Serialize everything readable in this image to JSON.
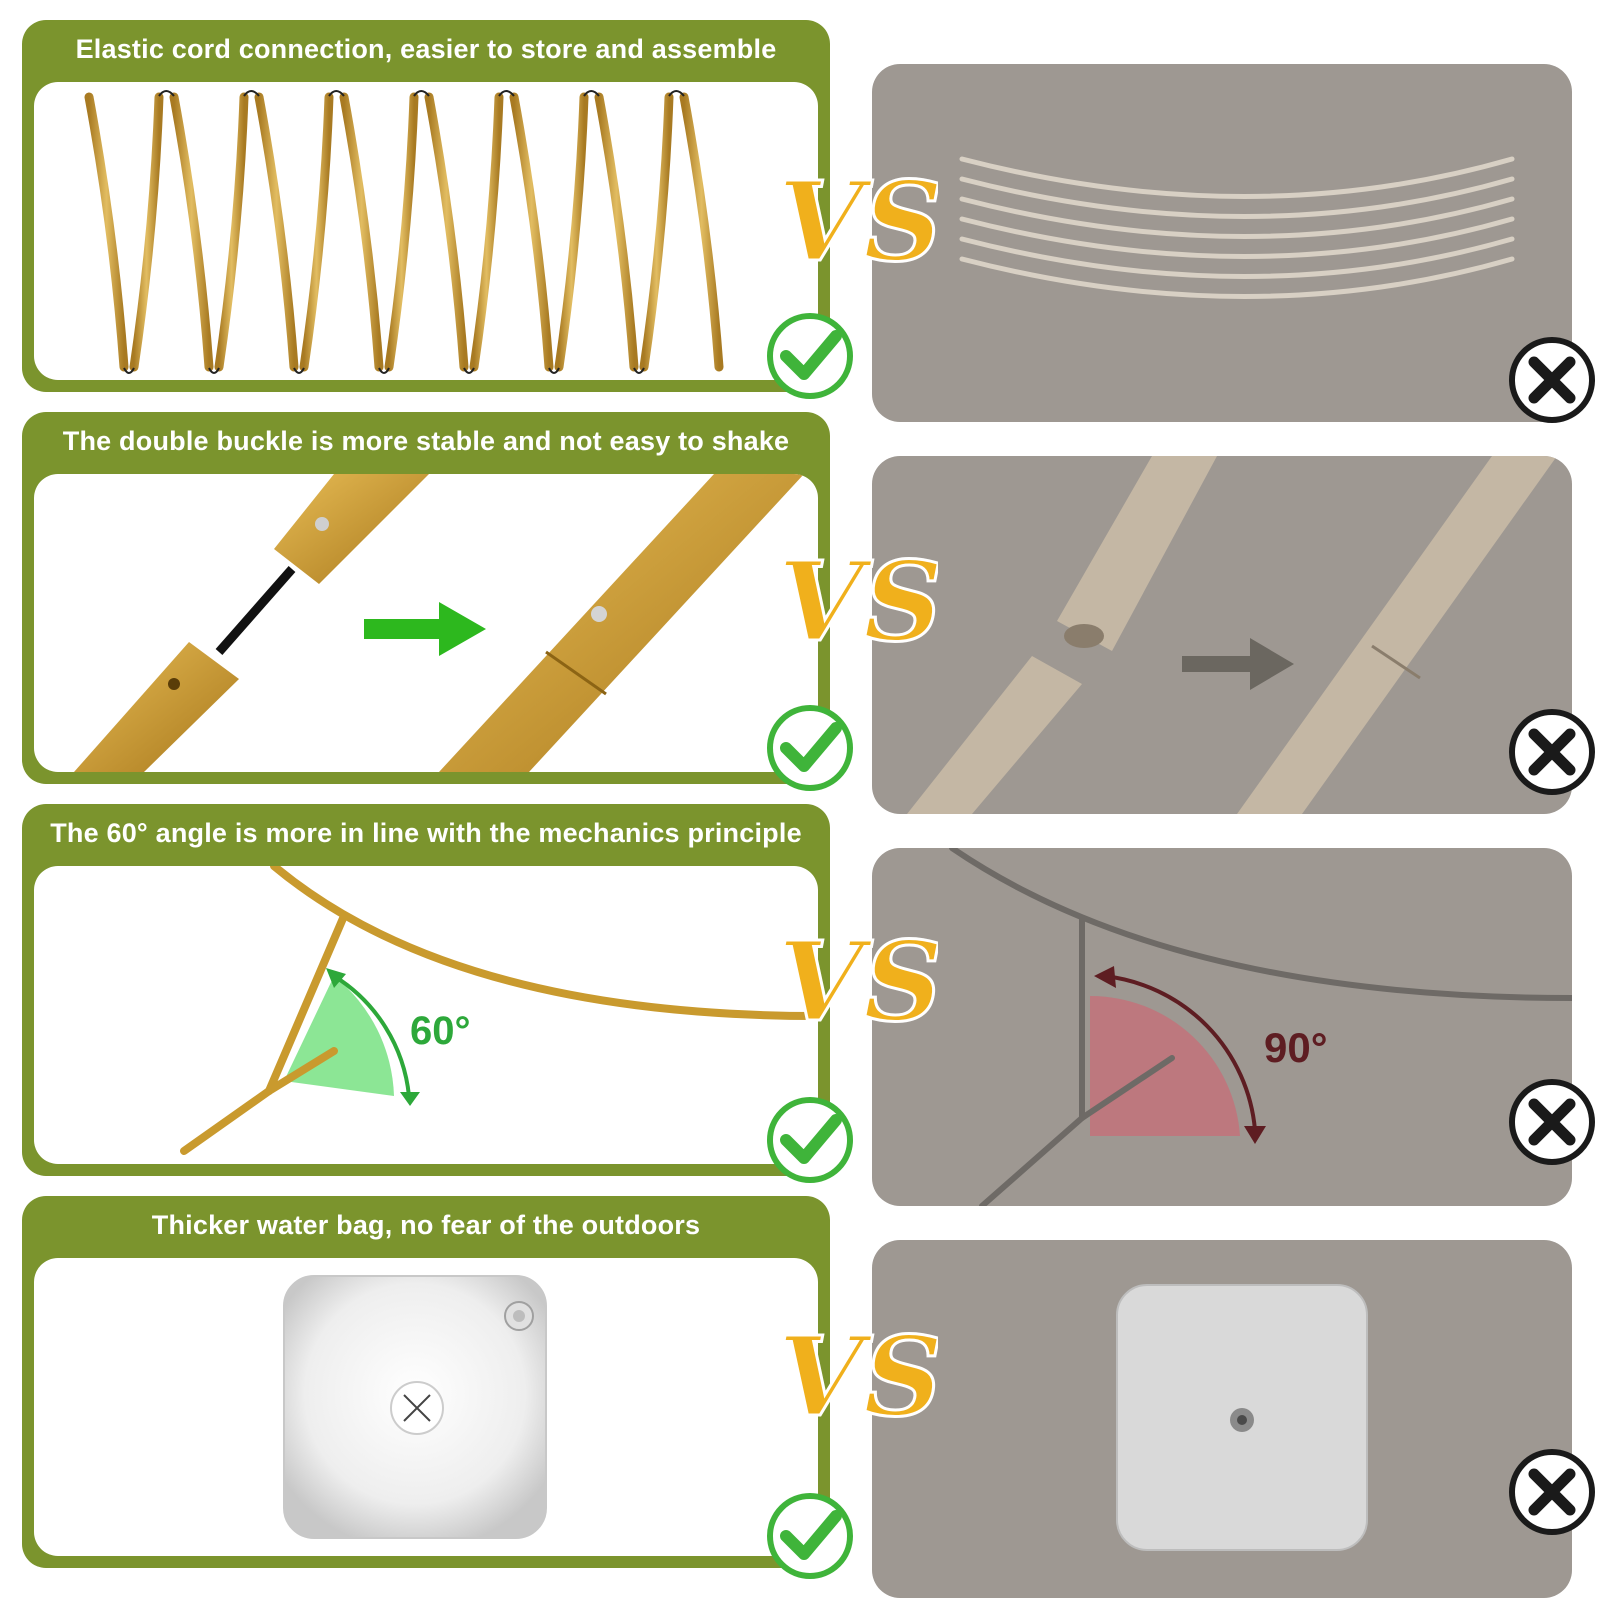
{
  "rows": [
    {
      "title": "Elastic cord connection, easier to store and assemble"
    },
    {
      "title": "The double buckle is more stable and not easy to shake"
    },
    {
      "title": "The 60° angle is more in line with the mechanics principle",
      "angle_label": "60°",
      "bad_angle_label": "90°"
    },
    {
      "title": "Thicker water bag, no fear of the outdoors"
    }
  ],
  "vs_label": "VS",
  "colors": {
    "panel_green": "#7b942d",
    "gold": "#c99a2e",
    "bad_panel": "#9e9892",
    "check_green": "#3fb43a",
    "angle_green": "#6fe07a",
    "angle_red": "#c2727a"
  },
  "icons": [
    "check-icon",
    "x-mark-icon",
    "vs-icon",
    "arrow-right-icon"
  ]
}
